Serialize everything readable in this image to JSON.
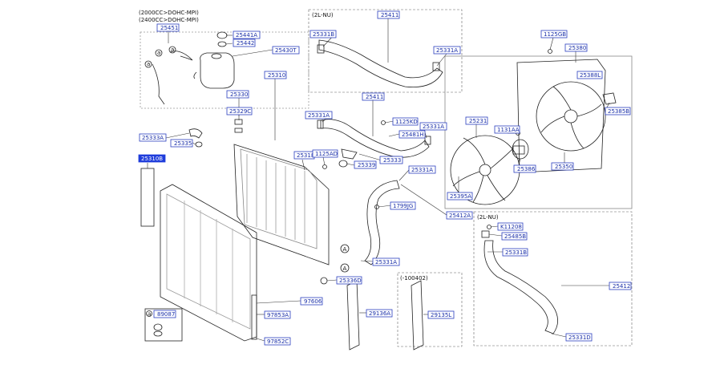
{
  "header": {
    "engine_line_1": "(2000CC>DOHC-MPI)",
    "engine_line_2": "(2400CC>DOHC-MPI)"
  },
  "groups": {
    "top_hose_variant": "(2L-NU)",
    "lower_hose_variant": "(2L-NU)",
    "bracket_variant": "(-100402)"
  },
  "labels": {
    "l_25451": "25451",
    "l_25441A": "25441A",
    "l_25442": "25442",
    "l_25430T": "25430T",
    "l_25310": "25310",
    "l_25330": "25330",
    "l_25329C": "25329C",
    "l_25333A": "25333A",
    "l_25335": "25335",
    "l_highlight": "25310B",
    "l_25411_top": "25411",
    "l_25331B_top": "25331B",
    "l_25331A_top": "25331A",
    "l_25411_mid": "25411",
    "l_25331A_mid": "25331A",
    "l_1125KD": "1125KD",
    "l_25331A_mid2": "25331A",
    "l_25481H": "25481H",
    "l_25318": "25318",
    "l_1125AD": "1125AD",
    "l_25333": "25333",
    "l_25339": "25339",
    "l_25331A_mid3": "25331A",
    "l_1799JG": "1799JG",
    "l_25412A": "25412A",
    "l_25331A_low": "25331A",
    "l_25336D": "25336D",
    "l_97606": "97606",
    "l_97853A": "97853A",
    "l_97852C": "97852C",
    "l_29136A": "29136A",
    "l_29135L": "29135L",
    "l_89087": "89087",
    "l_1125GB": "1125GB",
    "l_25380": "25380",
    "l_25388L": "25388L",
    "l_25385B": "25385B",
    "l_25231": "25231",
    "l_1131AA": "1131AA",
    "l_25386": "25386",
    "l_25350": "25350",
    "l_25395A": "25395A",
    "l_K11208": "K11208",
    "l_25485B": "25485B",
    "l_25331B_low": "25331B",
    "l_25412": "25412",
    "l_25331D": "25331D"
  },
  "callout_letter": "A",
  "note_marker": "a"
}
